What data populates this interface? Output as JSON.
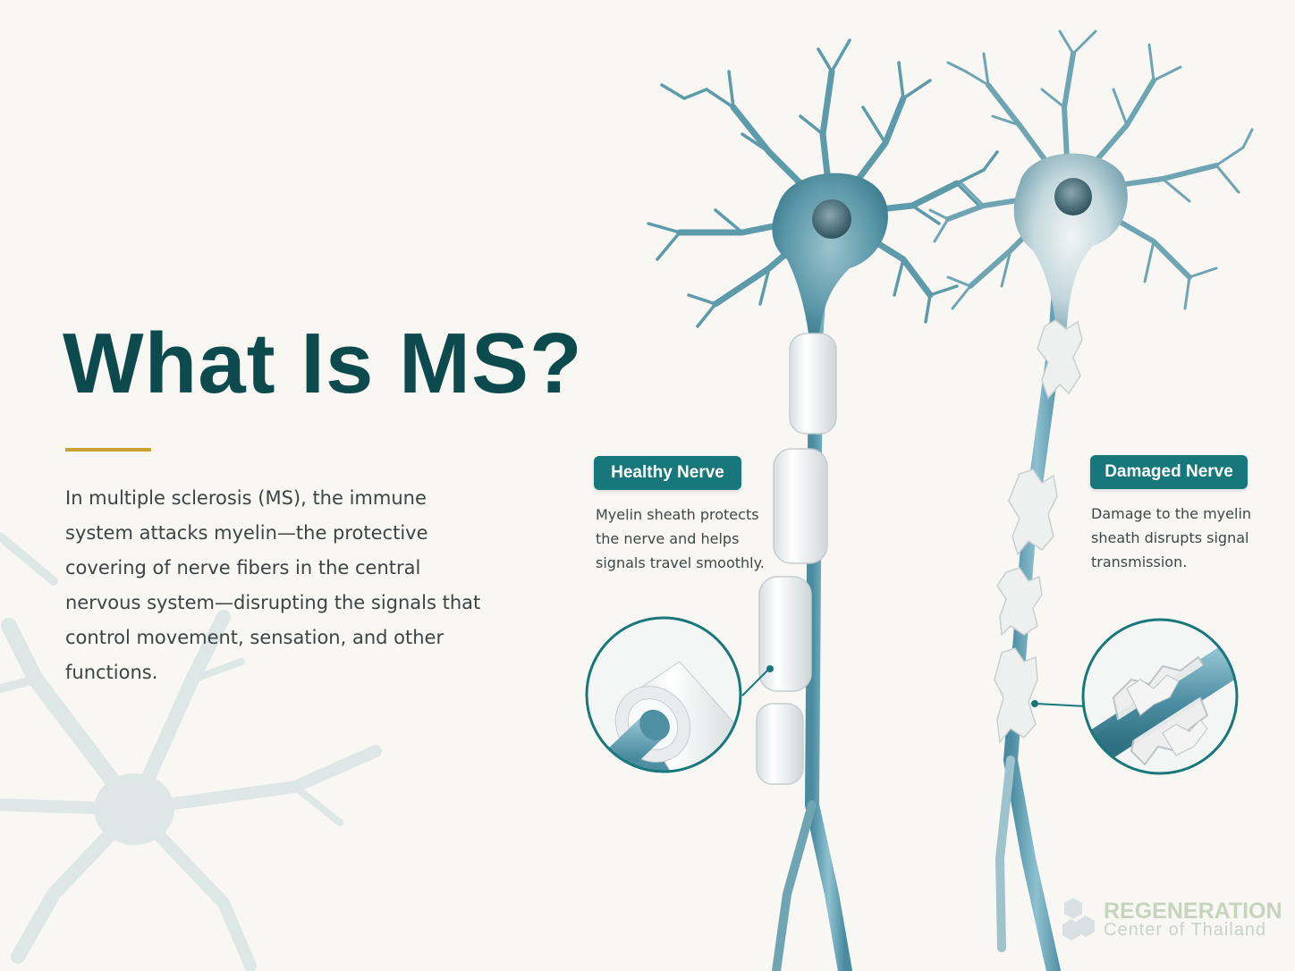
{
  "title": "What Is MS?",
  "description": "In multiple sclerosis (MS), the immune system attacks myelin—the protective covering of nerve fibers in the central nervous system—disrupting the signals that control movement, sensation, and other functions.",
  "healthy": {
    "label": "Healthy Nerve",
    "caption": "Myelin sheath protects the nerve and helps signals travel smoothly."
  },
  "damaged": {
    "label": "Damaged Nerve",
    "caption": "Damage to the myelin sheath disrupts signal transmission."
  },
  "brand": {
    "line1": "REGENERATION",
    "line2": "Center of Thailand"
  },
  "colors": {
    "title": "#0d4a4e",
    "accent": "#c9a233",
    "label_bg": "#17777a",
    "neuron": "#5d9aaa",
    "myelin": "#ffffff"
  }
}
